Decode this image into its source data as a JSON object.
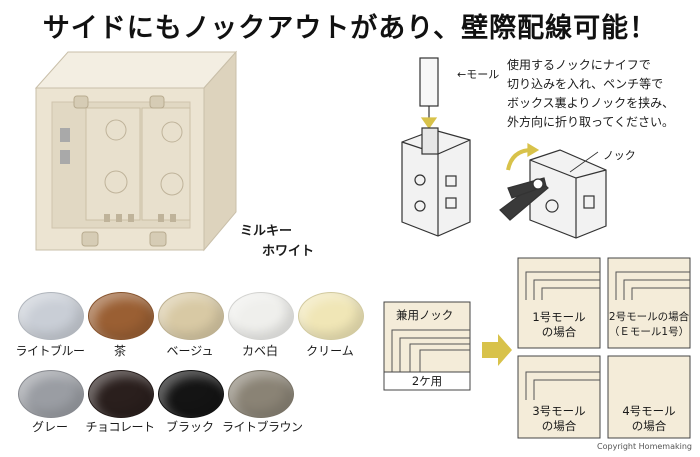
{
  "headline": "サイドにもノックアウトがあり、壁際配線可能！",
  "variant": {
    "line1": "ミルキー",
    "line2": "ホワイト"
  },
  "instructions": {
    "lines": [
      "使用するノックにナイフで",
      "切り込みを入れ、ペンチ等で",
      "ボックス裏よりノックを挟み、",
      "外方向に折り取ってください。"
    ],
    "mold_label": "←モール",
    "knock_label": "ノック"
  },
  "swatches": [
    {
      "label": "ライトブルー",
      "color": "#c9ced6"
    },
    {
      "label": "茶",
      "color": "#9a5f33"
    },
    {
      "label": "ベージュ",
      "color": "#d8c9a4"
    },
    {
      "label": "カベ白",
      "color": "#efefec"
    },
    {
      "label": "クリーム",
      "color": "#f0e6b6"
    },
    {
      "label": "グレー",
      "color": "#9a9da3"
    },
    {
      "label": "チョコレート",
      "color": "#2a1f1d"
    },
    {
      "label": "ブラック",
      "color": "#141414"
    },
    {
      "label": "ライトブラウン",
      "color": "#8a8375"
    }
  ],
  "knock_diagram": {
    "shared": {
      "title": "兼用ノック",
      "footer": "2ケ用"
    },
    "cases": [
      {
        "line1": "1号モール",
        "line2": "の場合",
        "sub": ""
      },
      {
        "line1": "2号モールの場合",
        "line2": "",
        "sub": "（Ｅモール1号）"
      },
      {
        "line1": "3号モール",
        "line2": "の場合",
        "sub": ""
      },
      {
        "line1": "4号モール",
        "line2": "の場合",
        "sub": ""
      }
    ]
  },
  "copyright": "Copyright Homemaking",
  "colors": {
    "box_ivory": "#ece4d2",
    "arrow_gold": "#d8c24a",
    "case_bg": "#f4ecd9"
  }
}
